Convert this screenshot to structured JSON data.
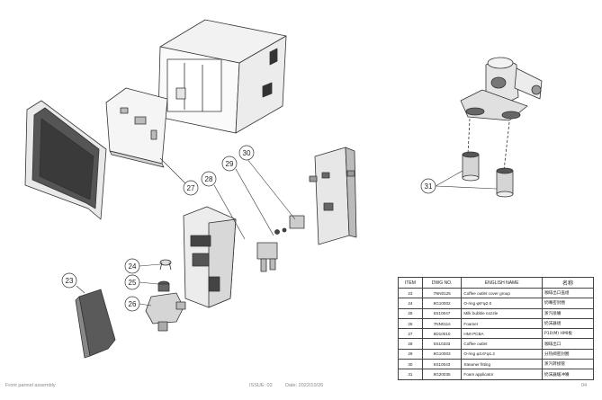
{
  "callouts": {
    "c23": "23",
    "c24": "24",
    "c25": "25",
    "c26": "26",
    "c27": "27",
    "c28": "28",
    "c29": "29",
    "c30": "30",
    "c31": "31"
  },
  "parts_table": {
    "headers": {
      "item": "ITEM",
      "dwg": "DWG NO.",
      "english": "ENGLISH NAME",
      "chinese": "名称"
    },
    "rows": [
      {
        "item": "23",
        "dwg": "7NN0125",
        "english": "Coffee outlet cover group",
        "chinese": "咖啡出口盖组"
      },
      {
        "item": "24",
        "dwg": "8G10002",
        "english": "O-ring φ6*φ2.0",
        "chinese": "奶嘴密封圈"
      },
      {
        "item": "25",
        "dwg": "8S10047",
        "english": "Milk bubble nozzle",
        "chinese": "蒸汽喷嘴"
      },
      {
        "item": "26",
        "dwg": "7NN011s",
        "english": "Foamer",
        "chinese": "奶沫器组"
      },
      {
        "item": "27",
        "dwg": "8D10010",
        "english": "HMI PCBA",
        "chinese": "P10(M) HMI板"
      },
      {
        "item": "28",
        "dwg": "8S10333",
        "english": "Coffee outlet",
        "chinese": "咖啡出口"
      },
      {
        "item": "29",
        "dwg": "8G10003",
        "english": "O-ring φ3.6*φ1.2",
        "chinese": "分热阀密封圈"
      },
      {
        "item": "30",
        "dwg": "8S10043",
        "english": "Steamer fitting",
        "chinese": "蒸汽转接管"
      },
      {
        "item": "31",
        "dwg": "8G20035",
        "english": "Foam applicator",
        "chinese": "奶沫器缓冲嘴"
      }
    ]
  },
  "footer": {
    "title": "Front pannel assembly",
    "issue": "ISSUE: 02",
    "date": "Date: 2022/10/26",
    "page": "04"
  }
}
